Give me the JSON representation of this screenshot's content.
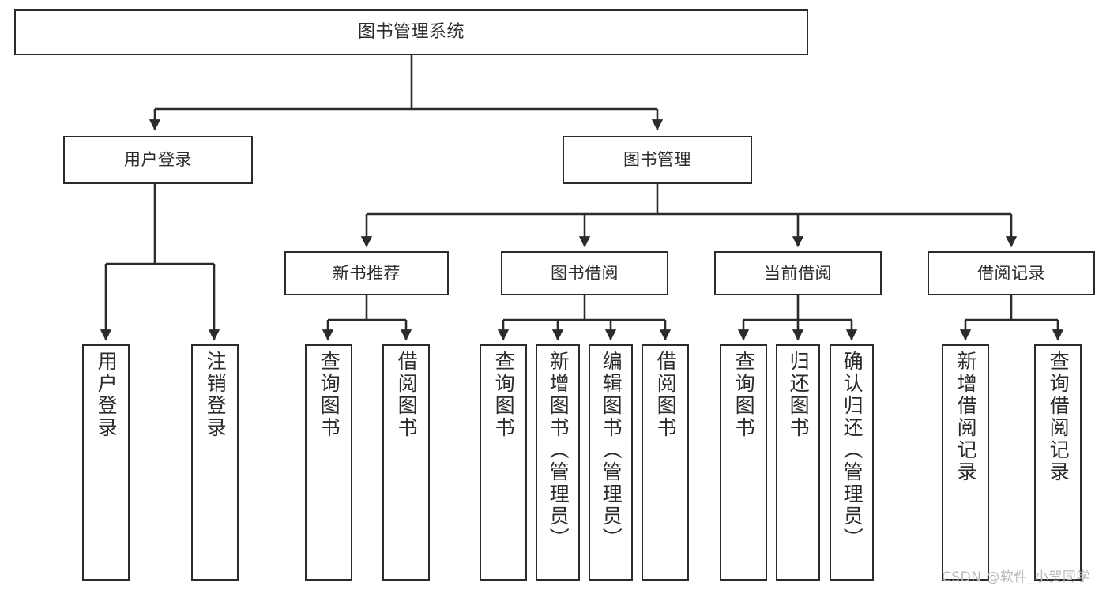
{
  "diagram": {
    "title": "图书管理系统",
    "type": "tree",
    "colors": {
      "stroke": "#2b2b2b",
      "fill": "#ffffff",
      "background": "#ffffff",
      "watermark": "#b9b9b9"
    },
    "levels": {
      "root": {
        "label": "图书管理系统"
      },
      "level2": [
        {
          "label": "用户登录"
        },
        {
          "label": "图书管理"
        }
      ],
      "level3": [
        {
          "label": "新书推荐"
        },
        {
          "label": "图书借阅"
        },
        {
          "label": "当前借阅"
        },
        {
          "label": "借阅记录"
        }
      ],
      "leaves": [
        {
          "label": "用户登录",
          "parent": "用户登录"
        },
        {
          "label": "注销登录",
          "parent": "用户登录"
        },
        {
          "label": "查询图书",
          "parent": "新书推荐"
        },
        {
          "label": "借阅图书",
          "parent": "新书推荐"
        },
        {
          "label": "查询图书",
          "parent": "图书借阅"
        },
        {
          "label": "新增图书（管理员）",
          "parent": "图书借阅"
        },
        {
          "label": "编辑图书（管理员）",
          "parent": "图书借阅"
        },
        {
          "label": "借阅图书",
          "parent": "图书借阅"
        },
        {
          "label": "查询图书",
          "parent": "当前借阅"
        },
        {
          "label": "归还图书",
          "parent": "当前借阅"
        },
        {
          "label": "确认归还（管理员）",
          "parent": "当前借阅"
        },
        {
          "label": "新增借阅记录",
          "parent": "借阅记录"
        },
        {
          "label": "查询借阅记录",
          "parent": "借阅记录"
        }
      ]
    },
    "watermark": "CSDN @软件_小贺同学"
  }
}
